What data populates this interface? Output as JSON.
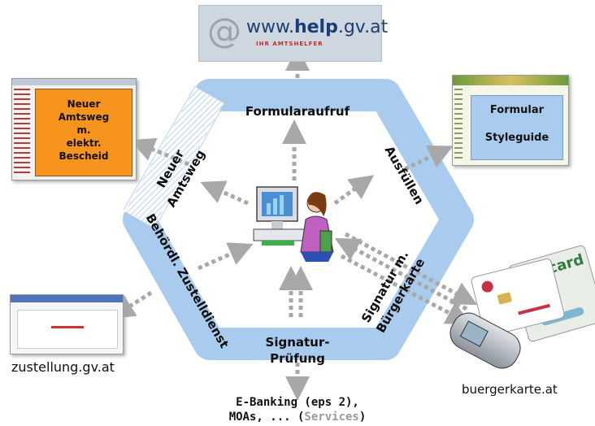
{
  "segments": {
    "top": "Formularaufruf",
    "upper_right": "Ausfüllen",
    "lower_right_1": "Signatur m.",
    "lower_right_2": "Bürgerkarte",
    "bottom_1": "Signatur-",
    "bottom_2": "Prüfung",
    "lower_left": "Behördl. Zustelldienst",
    "upper_left_1": "Neuer",
    "upper_left_2": "Amtsweg"
  },
  "help_portal": {
    "url_prefix": "www.",
    "url_bold": "help",
    "url_suffix": ".gv.at",
    "tagline": "IHR AMTSHELFER"
  },
  "amtsweg_box": {
    "lines": [
      "Neuer",
      "Amtsweg",
      "m.",
      "elektr.",
      "Bescheid"
    ]
  },
  "styleguide_box": {
    "line1": "Formular",
    "line2": "Styleguide"
  },
  "zustellung": {
    "caption": "zustellung.gv.at"
  },
  "buergerkarte": {
    "caption": "buergerkarte.at",
    "card_label": "e card"
  },
  "services": {
    "line1": "E-Banking (eps 2),",
    "line2_a": "MOAs, ... (",
    "line2_b": "Services",
    "line2_c": ")"
  },
  "colors": {
    "hex_fill": "#a9ccee",
    "arrow": "#a8a8a8",
    "orange": "#f7941d",
    "styleguide_blue": "#a9ccee",
    "services_grey": "#9a9a9a"
  }
}
